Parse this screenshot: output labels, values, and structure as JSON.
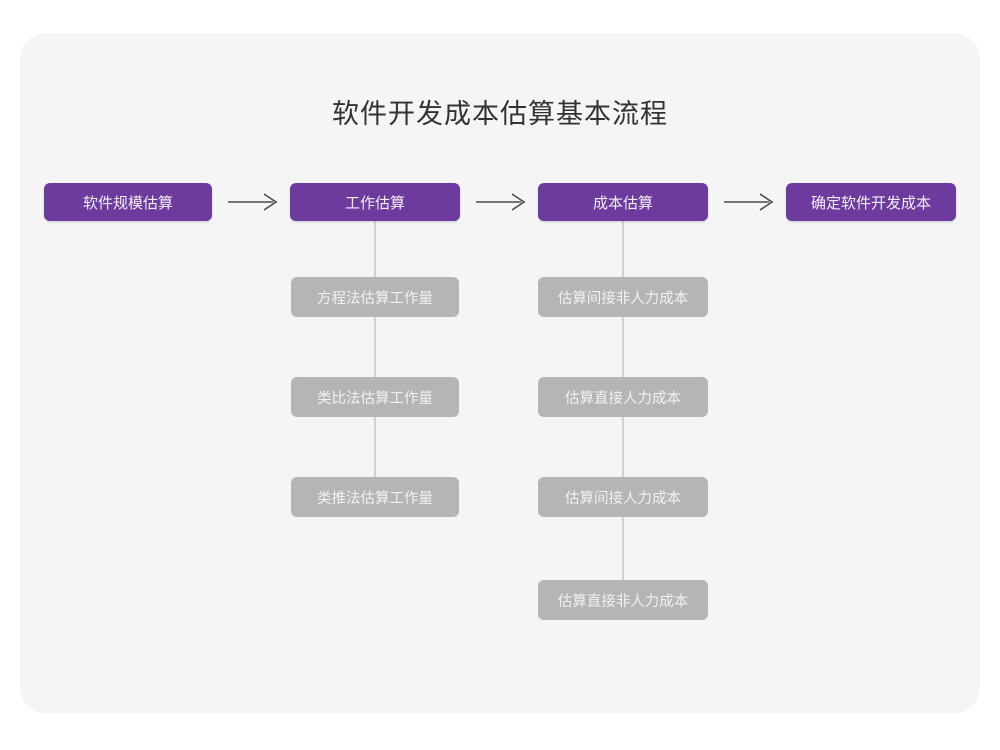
{
  "title": "软件开发成本估算基本流程",
  "colors": {
    "page_background": "#ffffff",
    "card_background": "#f5f5f5",
    "primary_node": "#6d3b9e",
    "primary_node_text": "#f2eef7",
    "secondary_node": "#b5b5b5",
    "secondary_node_text": "#f1f1f1",
    "connector_line": "#d2d2d2",
    "arrow": "#4a4a4a",
    "title_text": "#333333"
  },
  "chart_data": {
    "type": "diagram",
    "title": "软件开发成本估算基本流程",
    "orientation": "horizontal-with-vertical-branches",
    "stages": [
      {
        "id": "stage-1",
        "label": "软件规模估算",
        "level": "primary",
        "substeps": []
      },
      {
        "id": "stage-2",
        "label": "工作估算",
        "level": "primary",
        "substeps": [
          "方程法估算工作量",
          "类比法估算工作量",
          "类推法估算工作量"
        ]
      },
      {
        "id": "stage-3",
        "label": "成本估算",
        "level": "primary",
        "substeps": [
          "估算间接非人力成本",
          "估算直接人力成本",
          "估算间接人力成本",
          "估算直接非人力成本"
        ]
      },
      {
        "id": "stage-4",
        "label": "确定软件开发成本",
        "level": "primary",
        "substeps": []
      }
    ],
    "connectors": [
      {
        "from": "stage-1",
        "to": "stage-2",
        "style": "arrow"
      },
      {
        "from": "stage-2",
        "to": "stage-3",
        "style": "arrow"
      },
      {
        "from": "stage-3",
        "to": "stage-4",
        "style": "arrow"
      }
    ]
  },
  "flow": {
    "stage1": {
      "label": "软件规模估算"
    },
    "stage2": {
      "label": "工作估算",
      "sub": [
        {
          "label": "方程法估算工作量"
        },
        {
          "label": "类比法估算工作量"
        },
        {
          "label": "类推法估算工作量"
        }
      ]
    },
    "stage3": {
      "label": "成本估算",
      "sub": [
        {
          "label": "估算间接非人力成本"
        },
        {
          "label": "估算直接人力成本"
        },
        {
          "label": "估算间接人力成本"
        },
        {
          "label": "估算直接非人力成本"
        }
      ]
    },
    "stage4": {
      "label": "确定软件开发成本"
    }
  }
}
